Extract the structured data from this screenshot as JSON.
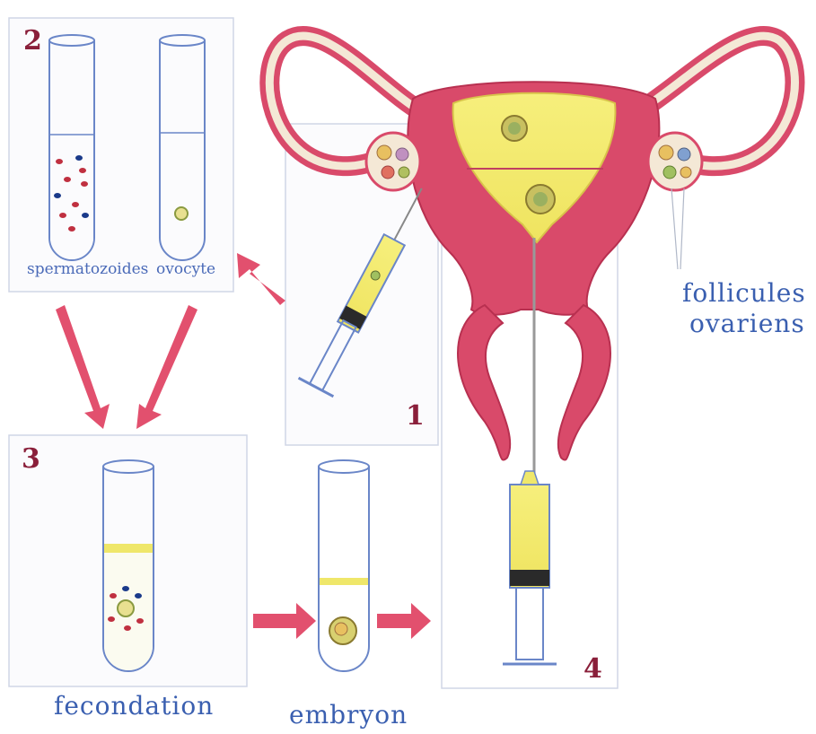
{
  "labels": {
    "step1": "1",
    "step2": "2",
    "step3": "3",
    "step4": "4",
    "spermatozoides": "spermatozoides",
    "ovocyte": "ovocyte",
    "follicules_line1": "follicules",
    "follicules_line2": "ovariens",
    "fecondation": "fecondation",
    "embryon": "embryon"
  },
  "colors": {
    "uterus": "#d94a6a",
    "arrow": "#e2506e",
    "label_blue": "#3a5fb0",
    "yellow_fluid": "#efe76a",
    "tube_outline": "#6a86c8",
    "panel_border": "#c8cfe0"
  }
}
